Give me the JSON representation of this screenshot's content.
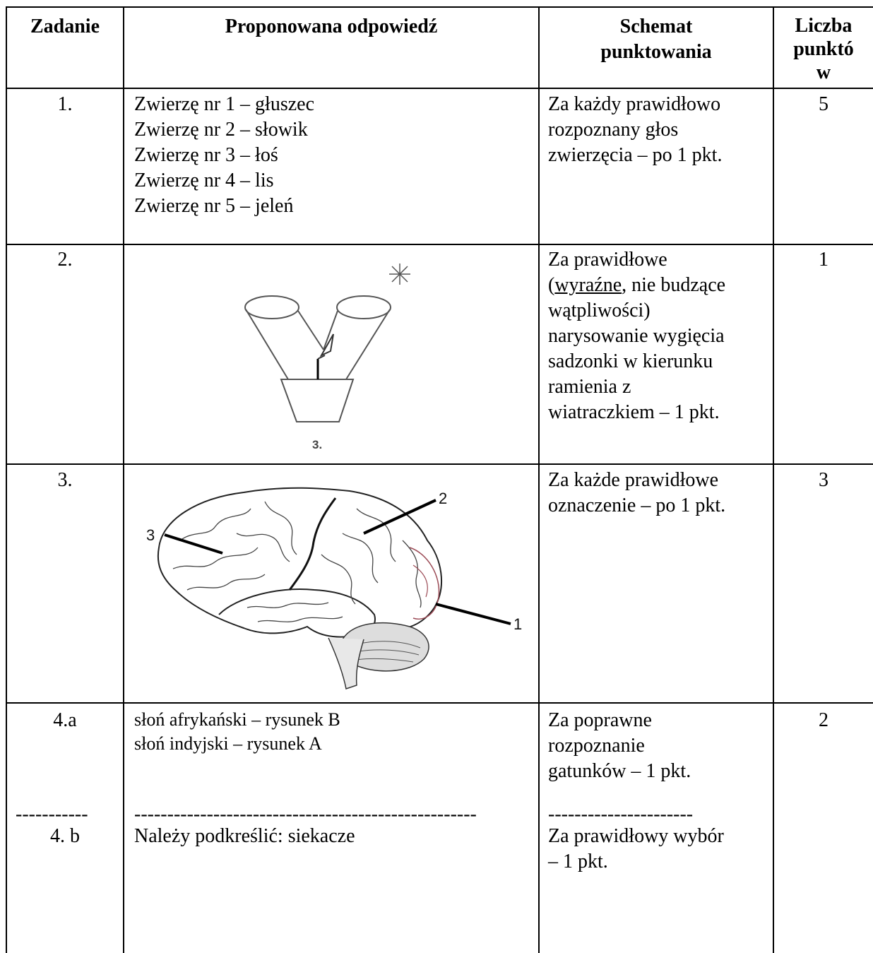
{
  "header": {
    "col1": "Zadanie",
    "col2": "Proponowana odpowiedź",
    "col3_line1": "Schemat",
    "col3_line2": "punktowania",
    "col4_line1": "Liczba",
    "col4_line2": "punktó",
    "col4_line3": "w"
  },
  "rows": [
    {
      "task": "1.",
      "answer": [
        "Zwierzę nr 1 – głuszec",
        "Zwierzę nr 2 – słowik",
        "Zwierzę nr 3 – łoś",
        "Zwierzę nr 4 – lis",
        "Zwierzę nr 5 – jeleń"
      ],
      "scheme": [
        "Za każdy prawidłowo",
        "rozpoznany głos",
        "zwierzęcia – po 1 pkt."
      ],
      "points": "5"
    },
    {
      "task": "2.",
      "figure_label": "3.",
      "scheme_first": "Za prawidłowe",
      "scheme_underlined": "wyraźne",
      "scheme_after_underline": ", nie budzące",
      "scheme_open_paren": "(",
      "scheme": [
        "wątpliwości)",
        "narysowanie wygięcia",
        "sadzonki w kierunku",
        "ramienia z",
        "wiatraczkiem – 1 pkt."
      ],
      "points": "1"
    },
    {
      "task": "3.",
      "labels": [
        "1",
        "2",
        "3"
      ],
      "scheme": [
        "Za każde prawidłowe",
        "oznaczenie – po 1 pkt."
      ],
      "points": "3"
    },
    {
      "task_a": "4.a",
      "answer_a": [
        "słoń afrykański – rysunek B",
        "słoń indyjski – rysunek A"
      ],
      "scheme_a": [
        "Za  poprawne",
        "rozpoznanie",
        "gatunków –  1 pkt."
      ],
      "points": "2",
      "separator_task": "-----------",
      "separator_answer": "----------------------------------------------------",
      "separator_scheme": "----------------------",
      "task_b": "4. b",
      "answer_b": "Należy podkreślić:  siekacze",
      "scheme_b": [
        "Za prawidłowy wybór",
        "– 1 pkt."
      ]
    }
  ]
}
